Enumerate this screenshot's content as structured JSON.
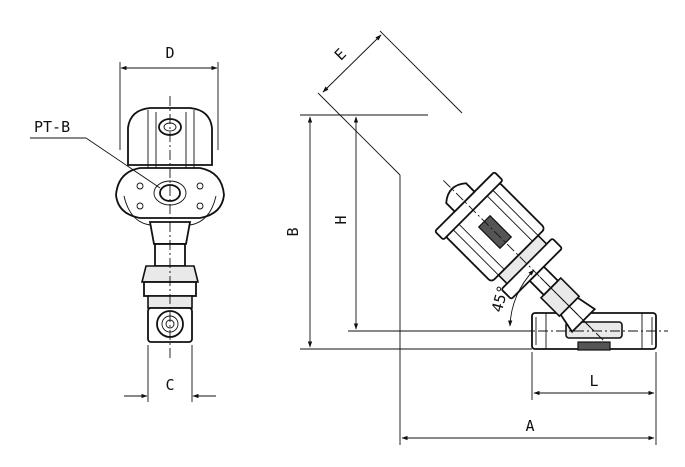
{
  "labels": {
    "D": "D",
    "PT_B": "PT-B",
    "C": "C",
    "E": "E",
    "B": "B",
    "H": "H",
    "angle": "45°",
    "L": "L",
    "A": "A"
  },
  "colors": {
    "line": "#111111",
    "shade": "#e9e9e9",
    "dark": "#555555",
    "background": "#ffffff"
  }
}
